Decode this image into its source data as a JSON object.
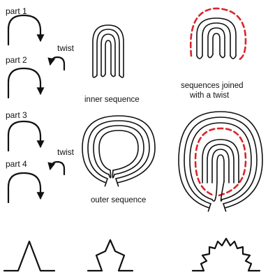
{
  "left_labels": {
    "part1": "part 1",
    "part2": "part 2",
    "part3": "part 3",
    "part4": "part 4",
    "twist_top": "twist",
    "twist_bottom": "twist"
  },
  "captions": {
    "inner": "inner sequence",
    "outer": "outer sequence",
    "joined_line1": "sequences joined",
    "joined_line2": "with a twist"
  },
  "colors": {
    "ink": "#111111",
    "highlight": "#d8252b",
    "background": "#ffffff"
  }
}
